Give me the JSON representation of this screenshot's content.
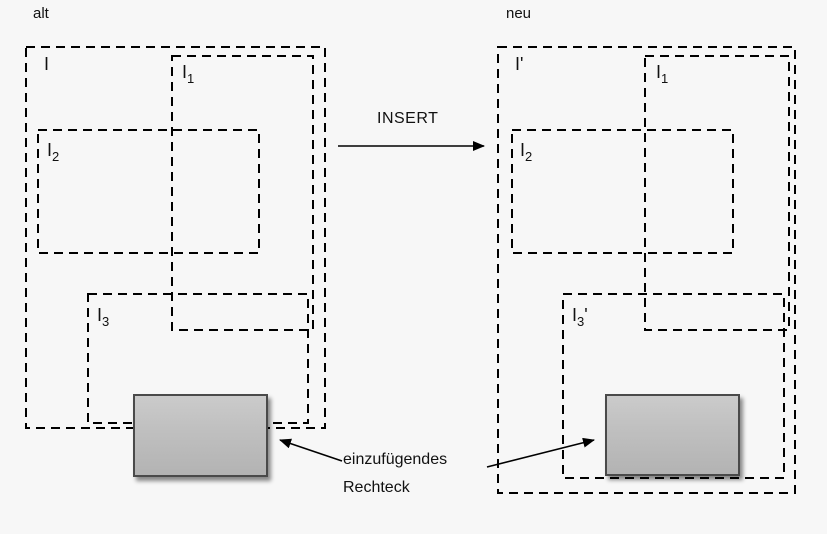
{
  "title_left": "alt",
  "title_right": "neu",
  "insert_label": "INSERT",
  "annotation": {
    "line1": "einzufügendes",
    "line2": "Rechteck"
  },
  "labels": {
    "old_outer": {
      "main": "I",
      "sub": "",
      "suffix": ""
    },
    "old_r1": {
      "main": "I",
      "sub": "1",
      "suffix": ""
    },
    "old_r2": {
      "main": "I",
      "sub": "2",
      "suffix": ""
    },
    "old_r3": {
      "main": "I",
      "sub": "3",
      "suffix": ""
    },
    "new_outer": {
      "main": "I",
      "sub": "",
      "suffix": "'"
    },
    "new_r1": {
      "main": "I",
      "sub": "1",
      "suffix": ""
    },
    "new_r2": {
      "main": "I",
      "sub": "2",
      "suffix": ""
    },
    "new_r3": {
      "main": "I",
      "sub": "3",
      "suffix": "'"
    }
  },
  "colors": {
    "stroke": "#000000",
    "text": "#111111",
    "inserted_fill": "#bfbfbf",
    "inserted_border": "#4a4a4a",
    "background": "#f7f7f7"
  }
}
